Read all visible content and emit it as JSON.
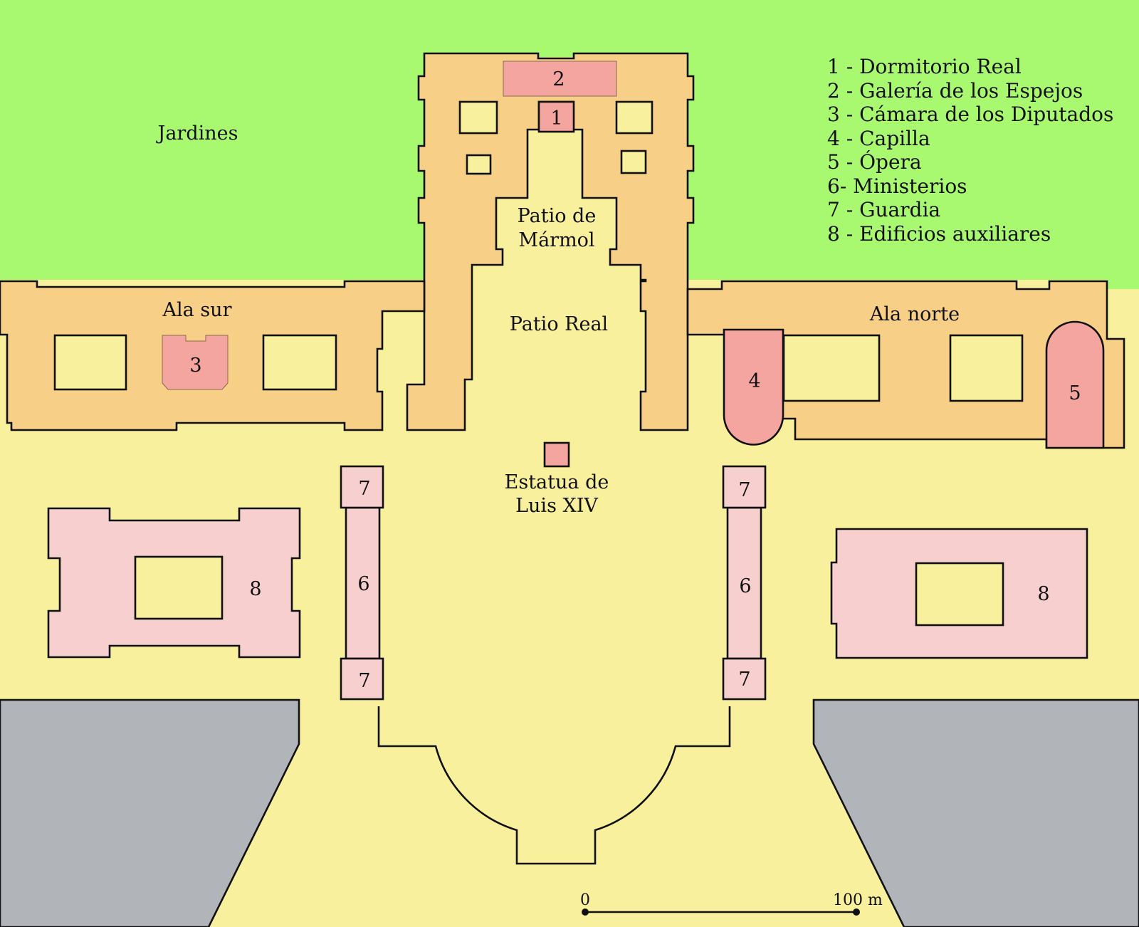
{
  "colors": {
    "gardens": "#a8f870",
    "courtyard": "#f8f09c",
    "palace": "#f7cf86",
    "highlight": "#f4a5a0",
    "outbuildings": "#f8cfcf",
    "street": "#b1b4b8",
    "outline": "#111111"
  },
  "labels": {
    "gardens": "Jardines",
    "south_wing": "Ala sur",
    "north_wing": "Ala norte",
    "marble_court_line1": "Patio de",
    "marble_court_line2": "Mármol",
    "royal_court": "Patio Real",
    "statue_line1": "Estatua de",
    "statue_line2": "Luis XIV"
  },
  "numbers": {
    "royal_bedroom": "1",
    "hall_of_mirrors": "2",
    "chamber_of_deputies": "3",
    "chapel": "4",
    "opera": "5",
    "ministries": "6",
    "guard": "7",
    "auxiliary": "8"
  },
  "legend": [
    "1 - Dormitorio Real",
    "2 - Galería de los Espejos",
    "3 - Cámara de los Diputados",
    "4 - Capilla",
    "5 - Ópera",
    "6- Ministerios",
    "7 - Guardia",
    "8 - Edificios auxiliares"
  ],
  "scale": {
    "start": "0",
    "end": "100 m"
  }
}
